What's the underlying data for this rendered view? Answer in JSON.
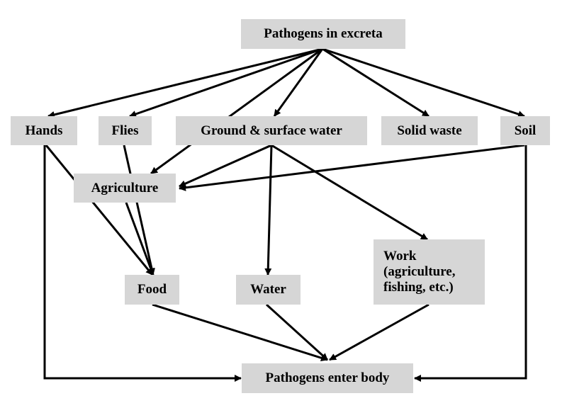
{
  "nodes": {
    "excreta": "Pathogens in excreta",
    "hands": "Hands",
    "flies": "Flies",
    "ground_water": "Ground & surface water",
    "solid_waste": "Solid waste",
    "soil": "Soil",
    "agriculture": "Agriculture",
    "food": "Food",
    "water": "Water",
    "work": [
      "Work",
      "(agriculture,",
      "fishing, etc.)"
    ],
    "enter_body": "Pathogens enter body"
  },
  "edges": [
    [
      "excreta",
      "hands"
    ],
    [
      "excreta",
      "flies"
    ],
    [
      "excreta",
      "ground_water"
    ],
    [
      "excreta",
      "solid_waste"
    ],
    [
      "excreta",
      "soil"
    ],
    [
      "excreta",
      "agriculture"
    ],
    [
      "ground_water",
      "agriculture"
    ],
    [
      "soil",
      "agriculture"
    ],
    [
      "hands",
      "food"
    ],
    [
      "flies",
      "food"
    ],
    [
      "agriculture",
      "food"
    ],
    [
      "ground_water",
      "water"
    ],
    [
      "ground_water",
      "work"
    ],
    [
      "food",
      "enter_body"
    ],
    [
      "water",
      "enter_body"
    ],
    [
      "work",
      "enter_body"
    ],
    [
      "hands",
      "enter_body"
    ],
    [
      "soil",
      "enter_body"
    ]
  ],
  "colors": {
    "box": "#d6d6d6",
    "arrow": "#000000"
  }
}
